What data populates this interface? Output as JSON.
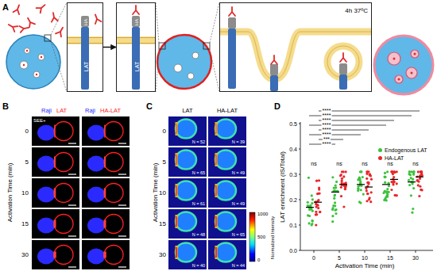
{
  "diagram": {
    "nodes": [
      {
        "text": [
          "HA",
          "LAT"
        ]
      },
      {
        "text": [
          "HA",
          "LAT"
        ]
      },
      {
        "text": [
          "4h 37ºC"
        ]
      }
    ],
    "edges": [
      {
        "from": 0,
        "to": 1,
        "arrow": "to"
      }
    ],
    "labels": [
      "A",
      "B",
      "C",
      "D",
      "Raji",
      "LAT",
      "Raji",
      "HA-LAT",
      "SEE+",
      "Activation Time (min)",
      "0",
      "5",
      "10",
      "15",
      "30",
      "LAT",
      "HA-LAT",
      "Activation Time (min)",
      "0",
      "5",
      "10",
      "15",
      "30",
      "N = 52",
      "N = 39",
      "N = 65",
      "N = 49",
      "N = 61",
      "N = 49",
      "N = 48",
      "N = 65",
      "N = 40",
      "N = 44",
      "1000",
      "500",
      "0",
      "Normalized Intensity",
      "LAT enrichment (IS/Total)",
      "0.0",
      "0.1",
      "0.2",
      "0.3",
      "0.4",
      "0.5",
      "0",
      "5",
      "10",
      "15",
      "30",
      "Activation Time (min)",
      "ns",
      "ns",
      "ns",
      "ns",
      "ns",
      "****",
      "****",
      "****",
      "****",
      "****",
      "****",
      "***",
      "****"
    ],
    "legend": [
      {
        "text": "Endogenous LAT",
        "color": "#3cc23c"
      },
      {
        "text": "HA-LAT",
        "color": "#e8262a"
      }
    ]
  }
}
